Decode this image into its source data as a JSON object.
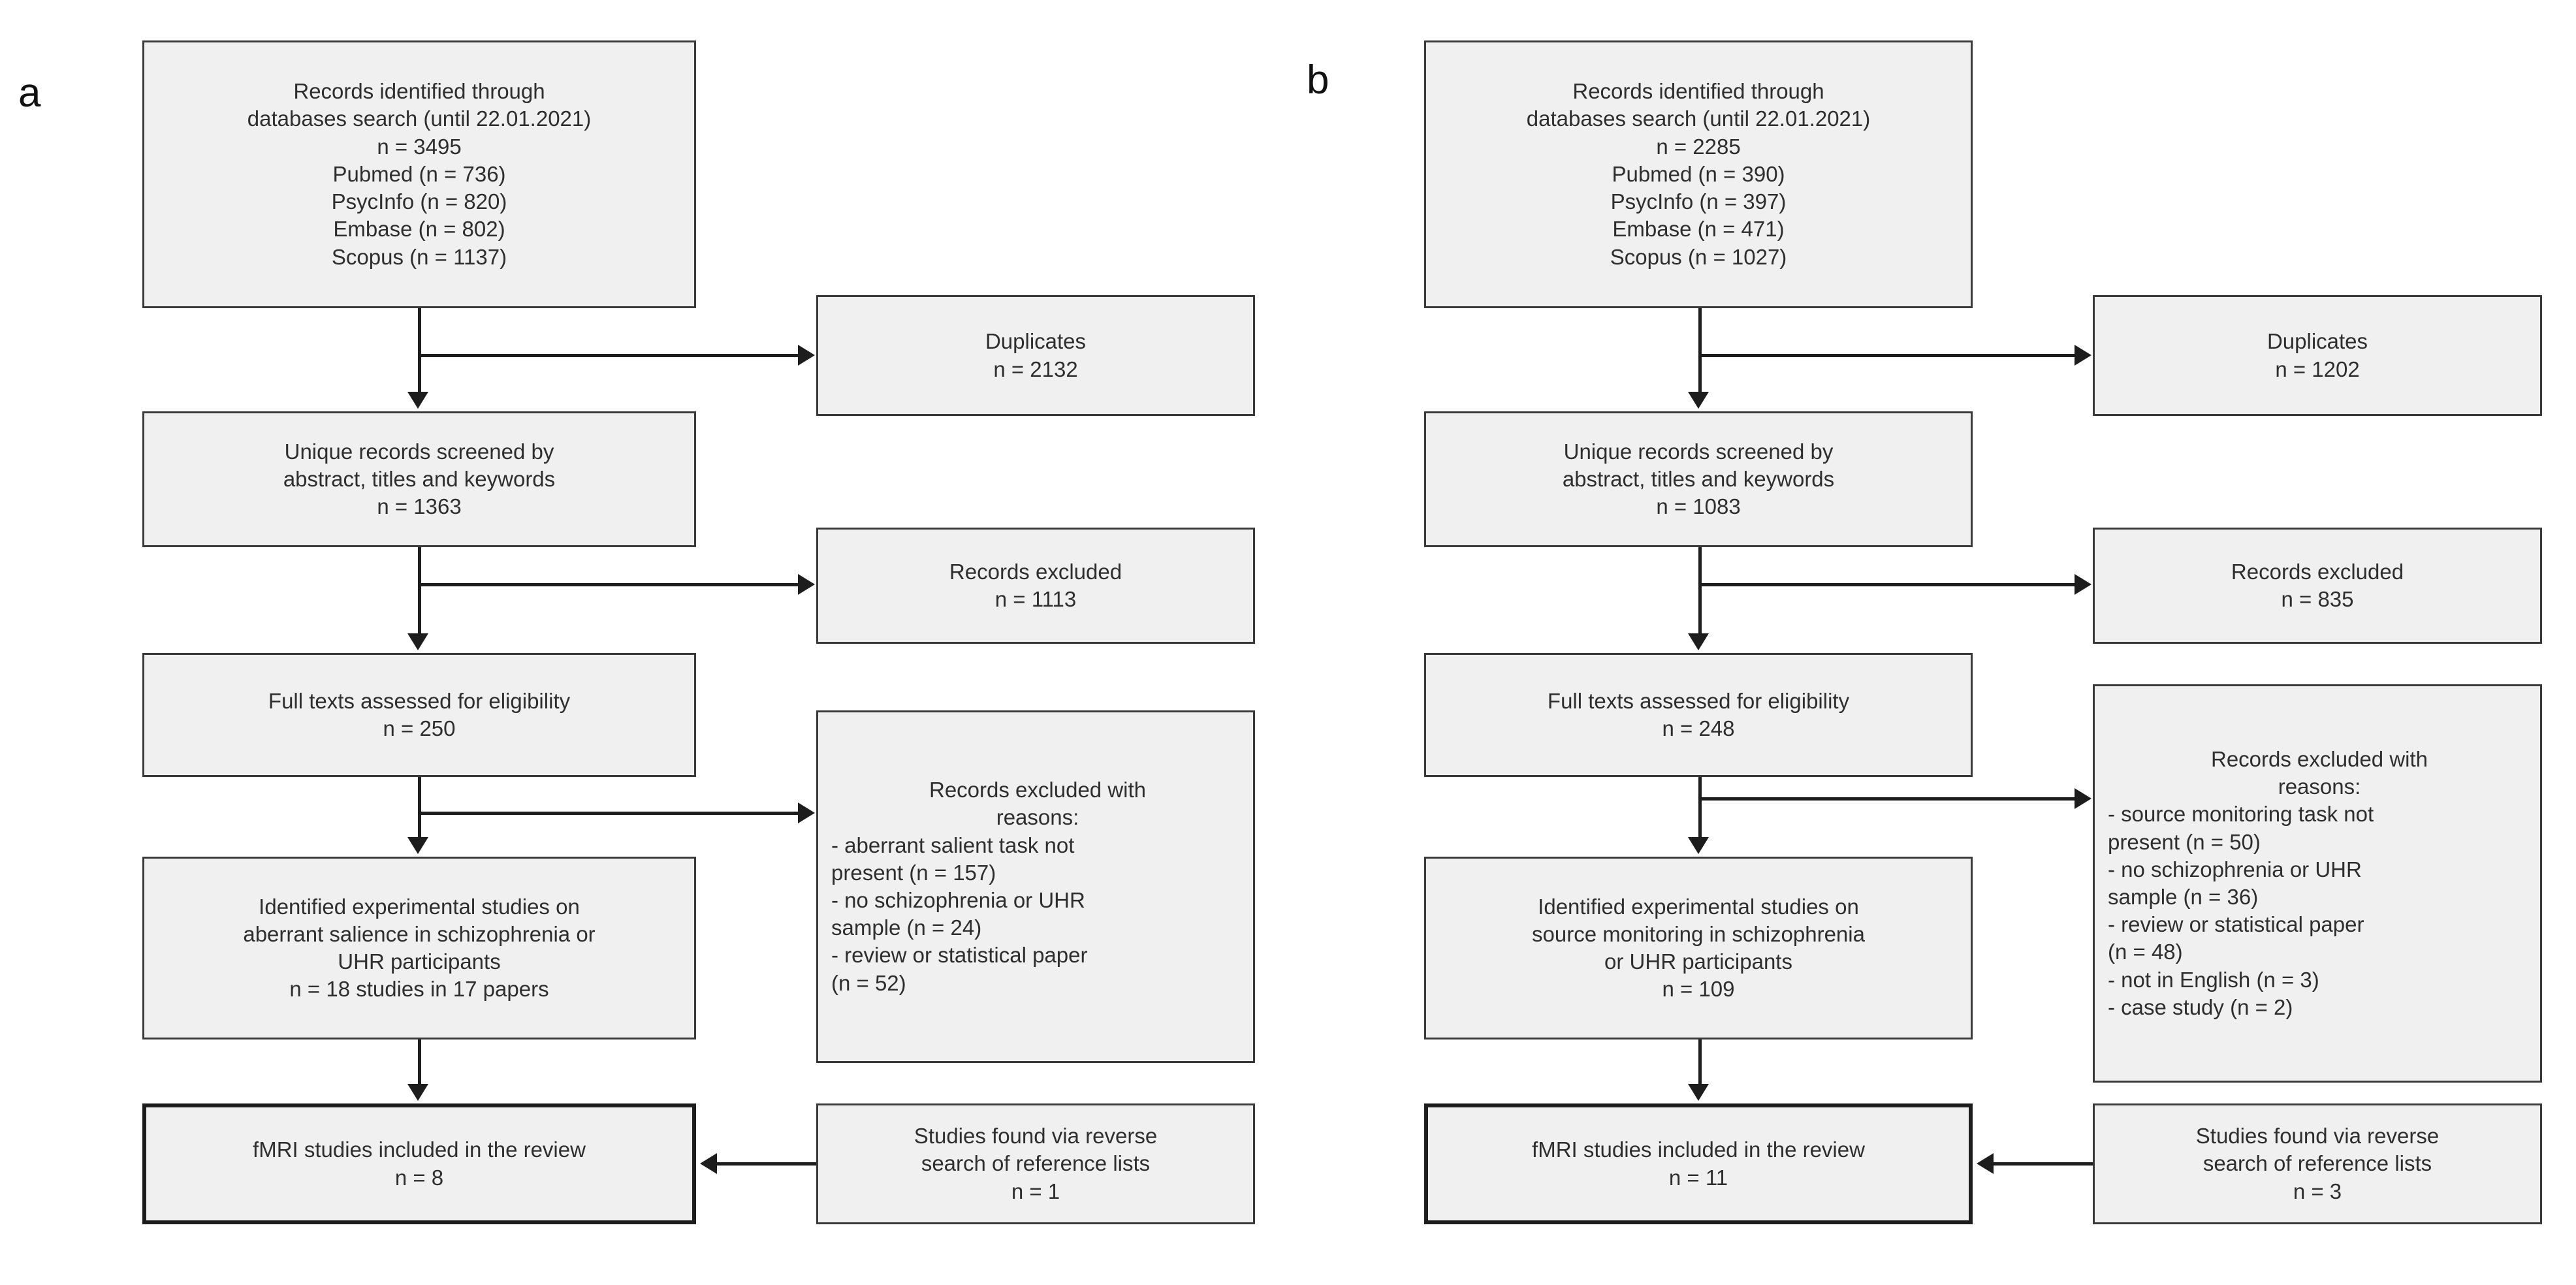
{
  "figure": {
    "type": "prisma-flow-diagram",
    "panels": [
      {
        "id": "a",
        "label": "a",
        "nodes": {
          "identified": {
            "name": "records-identified-box",
            "lines": [
              "Records identified through",
              "databases search (until 22.01.2021)",
              "n = 3495",
              "Pubmed (n = 736)",
              "PsycInfo (n = 820)",
              "Embase (n = 802)",
              "Scopus (n = 1137)"
            ]
          },
          "duplicates": {
            "name": "duplicates-box",
            "lines": [
              "Duplicates",
              "n = 2132"
            ]
          },
          "screened": {
            "name": "unique-records-screened-box",
            "lines": [
              "Unique records screened by",
              "abstract, titles and keywords",
              "n = 1363"
            ]
          },
          "excluded": {
            "name": "records-excluded-box",
            "lines": [
              "Records excluded",
              "n = 1113"
            ]
          },
          "fulltexts": {
            "name": "full-texts-assessed-box",
            "lines": [
              "Full texts assessed for eligibility",
              "n = 250"
            ]
          },
          "excluded_reasons": {
            "name": "records-excluded-with-reasons-box",
            "heading": [
              "Records excluded with",
              "reasons:"
            ],
            "lines": [
              "- aberrant salient task not",
              "present (n = 157)",
              "- no schizophrenia or UHR",
              "sample (n = 24)",
              "- review or statistical paper",
              "(n = 52)"
            ]
          },
          "identified_studies": {
            "name": "identified-experimental-studies-box",
            "lines": [
              "Identified experimental studies on",
              "aberrant salience in schizophrenia or",
              "UHR participants",
              "n = 18 studies in 17 papers"
            ]
          },
          "included": {
            "name": "fmri-studies-included-box",
            "lines": [
              "fMRI studies included in the review",
              "n = 8"
            ]
          },
          "reverse_search": {
            "name": "studies-found-reverse-search-box",
            "lines": [
              "Studies found via reverse",
              "search of reference lists",
              "n = 1"
            ]
          }
        }
      },
      {
        "id": "b",
        "label": "b",
        "nodes": {
          "identified": {
            "name": "records-identified-box",
            "lines": [
              "Records identified through",
              "databases search (until 22.01.2021)",
              "n = 2285",
              "Pubmed (n = 390)",
              "PsycInfo (n = 397)",
              "Embase (n = 471)",
              "Scopus (n = 1027)"
            ]
          },
          "duplicates": {
            "name": "duplicates-box",
            "lines": [
              "Duplicates",
              "n = 1202"
            ]
          },
          "screened": {
            "name": "unique-records-screened-box",
            "lines": [
              "Unique records screened by",
              "abstract, titles and keywords",
              "n = 1083"
            ]
          },
          "excluded": {
            "name": "records-excluded-box",
            "lines": [
              "Records excluded",
              "n = 835"
            ]
          },
          "fulltexts": {
            "name": "full-texts-assessed-box",
            "lines": [
              "Full texts assessed for eligibility",
              "n = 248"
            ]
          },
          "excluded_reasons": {
            "name": "records-excluded-with-reasons-box",
            "heading": [
              "Records excluded with",
              "reasons:"
            ],
            "lines": [
              "- source monitoring task not",
              "present (n = 50)",
              "- no schizophrenia or UHR",
              "sample (n = 36)",
              "- review or statistical paper",
              "(n = 48)",
              "- not in English (n = 3)",
              "- case study (n = 2)"
            ]
          },
          "identified_studies": {
            "name": "identified-experimental-studies-box",
            "lines": [
              "Identified experimental studies on",
              "source monitoring in schizophrenia",
              "or UHR participants",
              "n = 109"
            ]
          },
          "included": {
            "name": "fmri-studies-included-box",
            "lines": [
              "fMRI studies included in the review",
              "n = 11"
            ]
          },
          "reverse_search": {
            "name": "studies-found-reverse-search-box",
            "lines": [
              "Studies found via reverse",
              "search of reference lists",
              "n = 3"
            ]
          }
        }
      }
    ],
    "colors": {
      "box_fill": "#f0f0f0",
      "box_border": "#3a3a3a",
      "box_border_thick": "#1d1d1d",
      "connector": "#1d1d1d",
      "text": "#2e2e2e",
      "background": "#ffffff"
    }
  }
}
